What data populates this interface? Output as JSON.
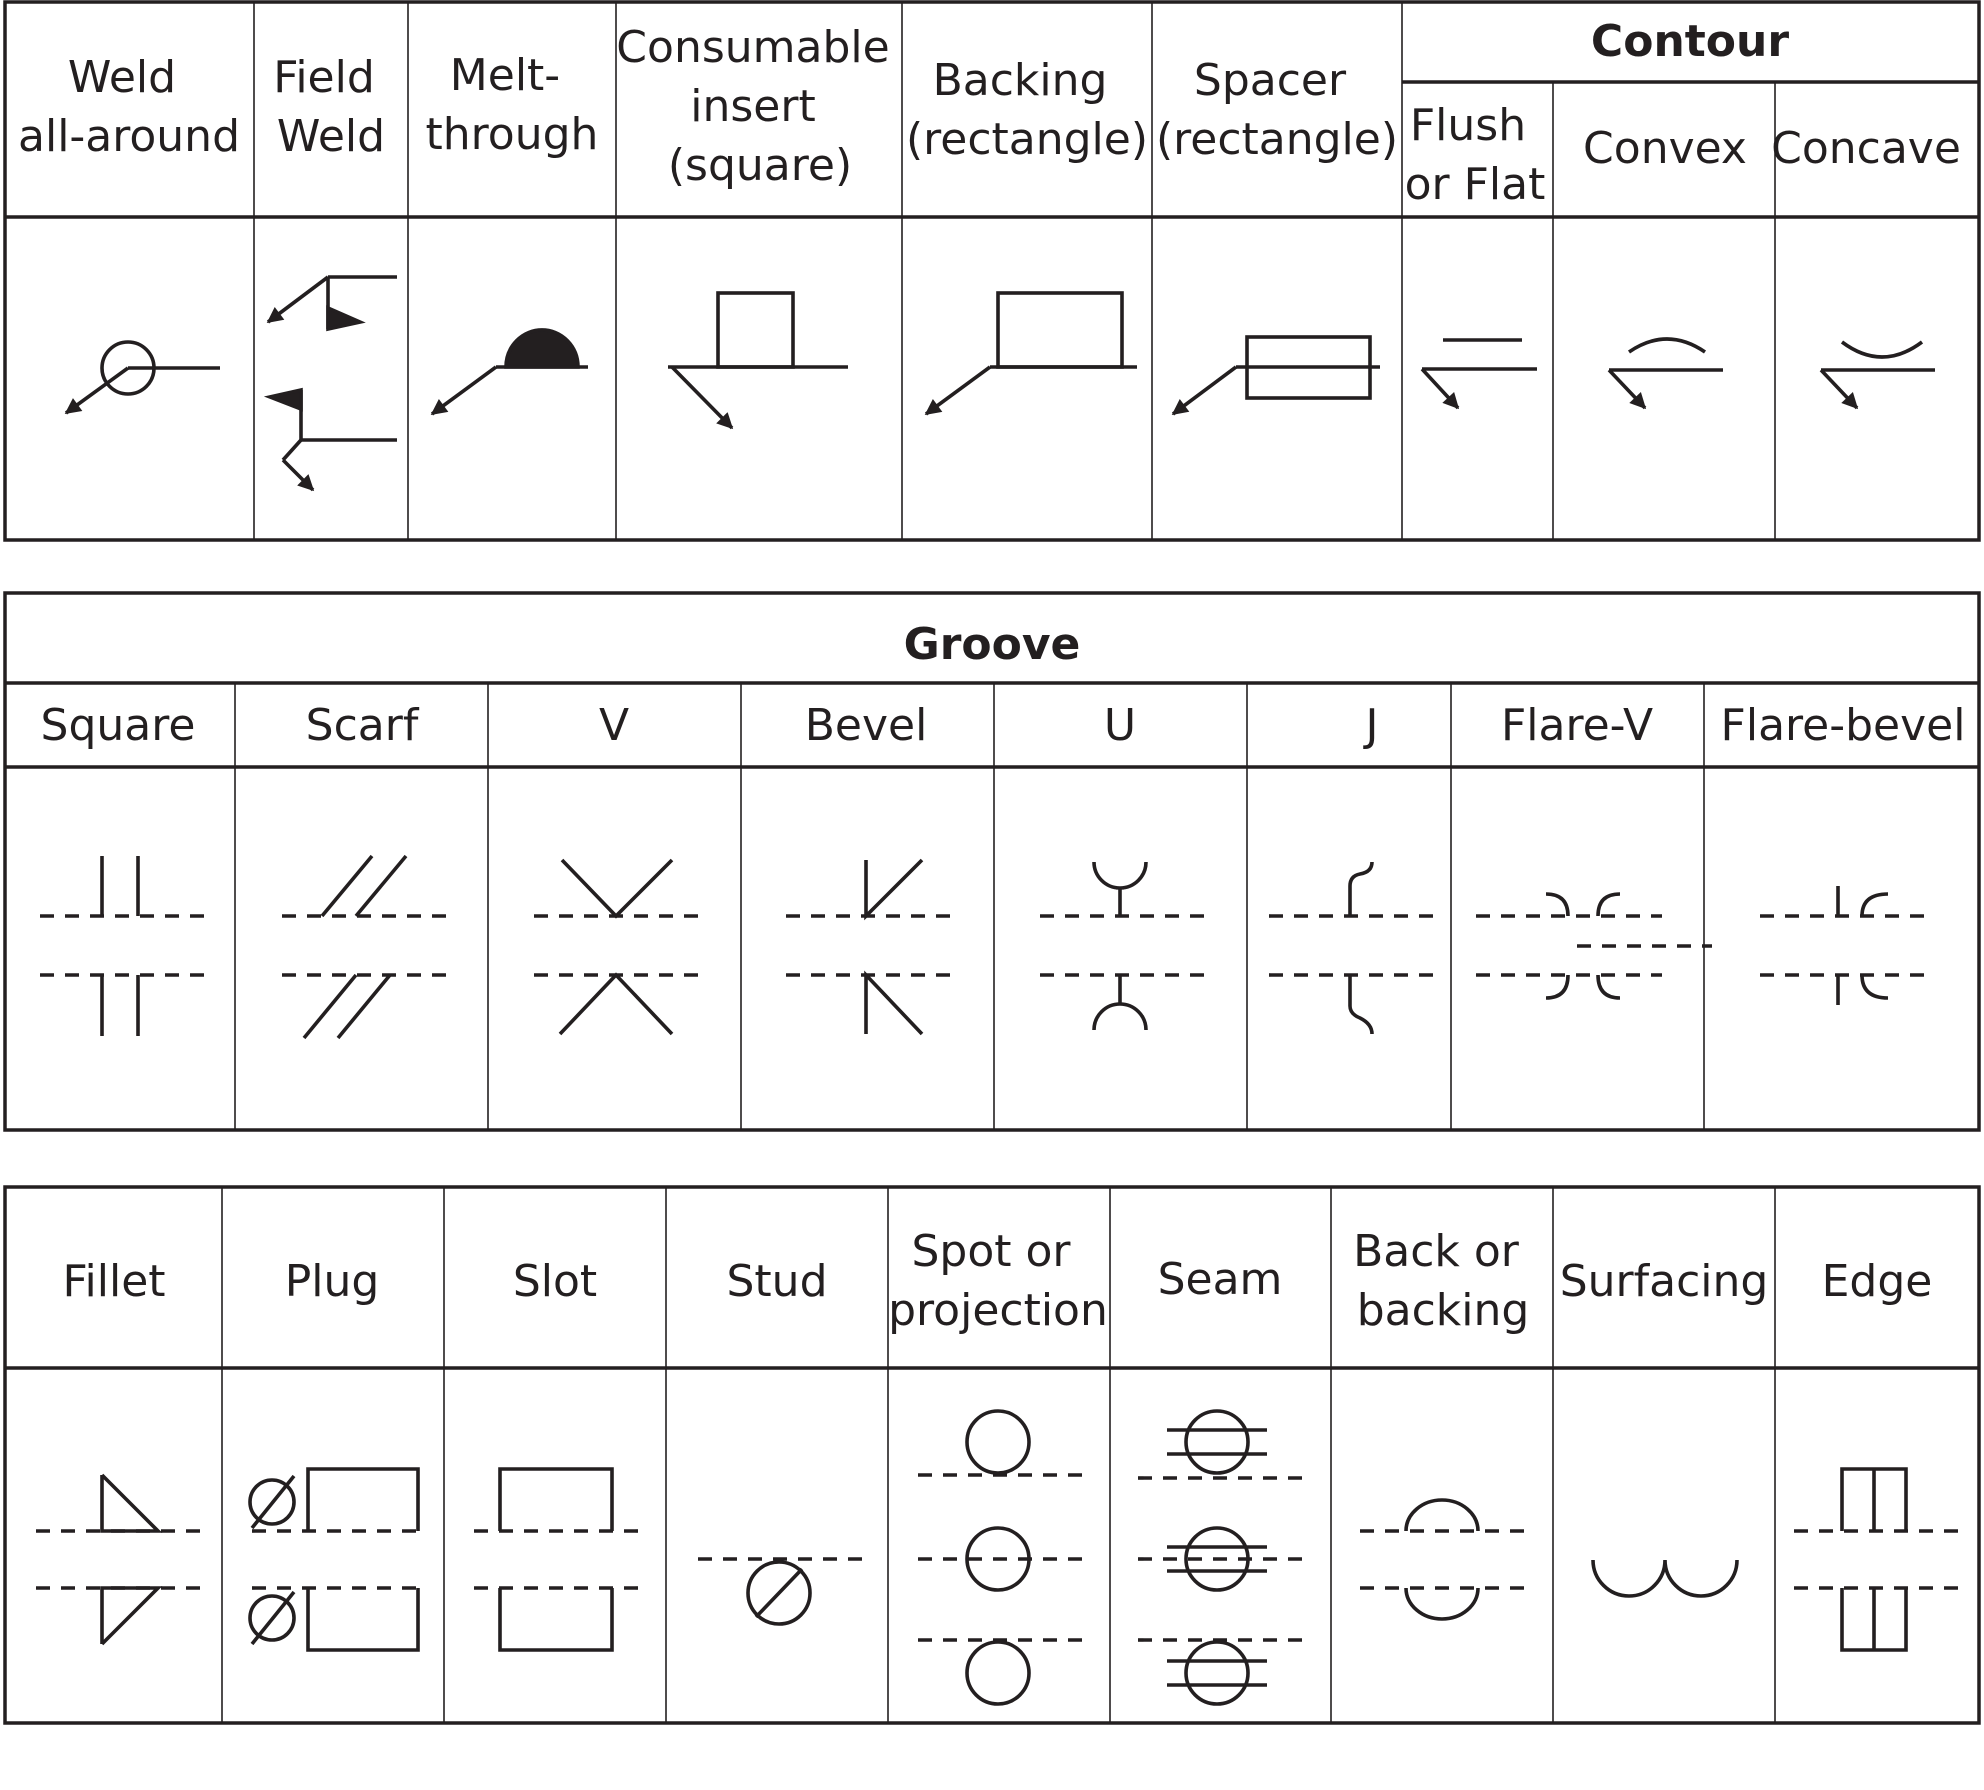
{
  "supplementary_table": {
    "headers": {
      "weld_all_around": [
        "Weld",
        "all-around"
      ],
      "field_weld": [
        "Field",
        "Weld"
      ],
      "melt_through": [
        "Melt-",
        "through"
      ],
      "consumable_insert": [
        "Consumable",
        "insert",
        "(square)"
      ],
      "backing": [
        "Backing",
        "(rectangle)"
      ],
      "spacer": [
        "Spacer",
        "(rectangle)"
      ],
      "contour": "Contour",
      "flush_or_flat": [
        "Flush",
        "or Flat"
      ],
      "convex": "Convex",
      "concave": "Concave"
    }
  },
  "groove_table": {
    "title": "Groove",
    "headers": {
      "square": "Square",
      "scarf": "Scarf",
      "v": "V",
      "bevel": "Bevel",
      "u": "U",
      "j": "J",
      "flare_v": "Flare-V",
      "flare_bevel": "Flare-bevel"
    }
  },
  "weld_types_table": {
    "headers": {
      "fillet": "Fillet",
      "plug": "Plug",
      "slot": "Slot",
      "stud": "Stud",
      "spot_or_projection": [
        "Spot or",
        "projection"
      ],
      "seam": "Seam",
      "back_or_backing": [
        "Back or",
        "backing"
      ],
      "surfacing": "Surfacing",
      "edge": "Edge"
    }
  },
  "colors": {
    "ink": "#231f20",
    "background": "#ffffff"
  }
}
